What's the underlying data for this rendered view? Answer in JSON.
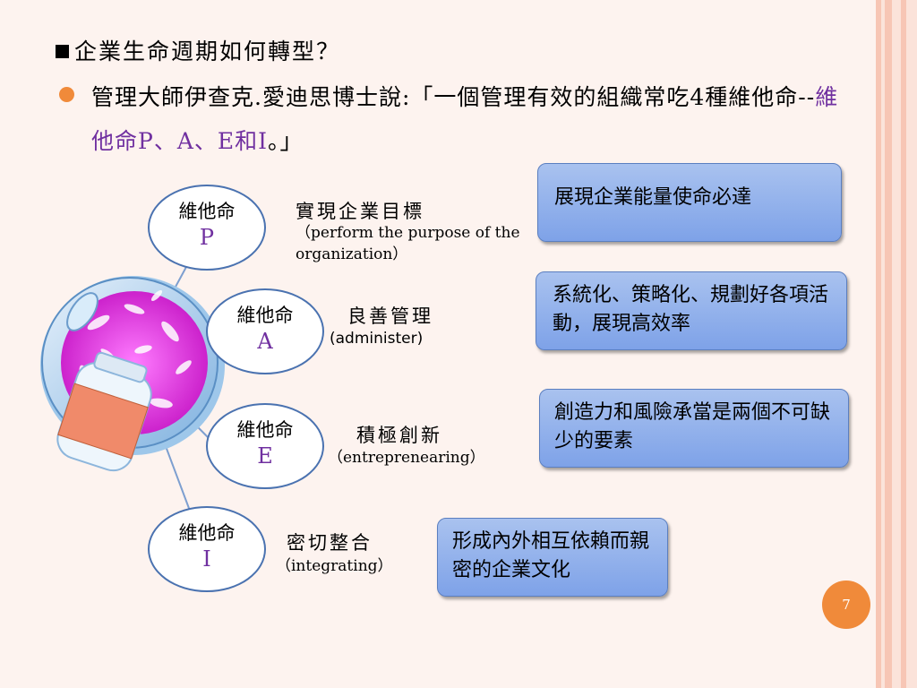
{
  "slide": {
    "heading": "企業生命週期如何轉型？",
    "bullet_part1": "管理大師伊查克.愛迪思博士說:「一個管理有效的組織常吃4種維他命--",
    "bullet_highlight": "維他命P、A、E和I",
    "bullet_part2": "。」",
    "page_number": "7"
  },
  "vitamins": [
    {
      "name": "維他命",
      "letter": "P",
      "title": "實現企業目標",
      "subtitle": "（perform the purpose of the organization）",
      "box": "展現企業能量使命必達"
    },
    {
      "name": "維他命",
      "letter": "A",
      "title": "良善管理",
      "subtitle": "(administer)",
      "box": "系統化、策略化、規劃好各項活動，展現高效率"
    },
    {
      "name": "維他命",
      "letter": "E",
      "title": "積極創新",
      "subtitle": "（entreprenearing）",
      "box": "創造力和風險承當是兩個不可缺少的要素"
    },
    {
      "name": "維他命",
      "letter": "I",
      "title": "密切整合",
      "subtitle": "（integrating）",
      "box": "形成內外相互依賴而親密的企業文化"
    }
  ],
  "colors": {
    "accent_orange": "#f08a3a",
    "highlight_purple": "#7030a0",
    "box_blue": "#7ea2e8",
    "background": "#fdf3ef"
  }
}
